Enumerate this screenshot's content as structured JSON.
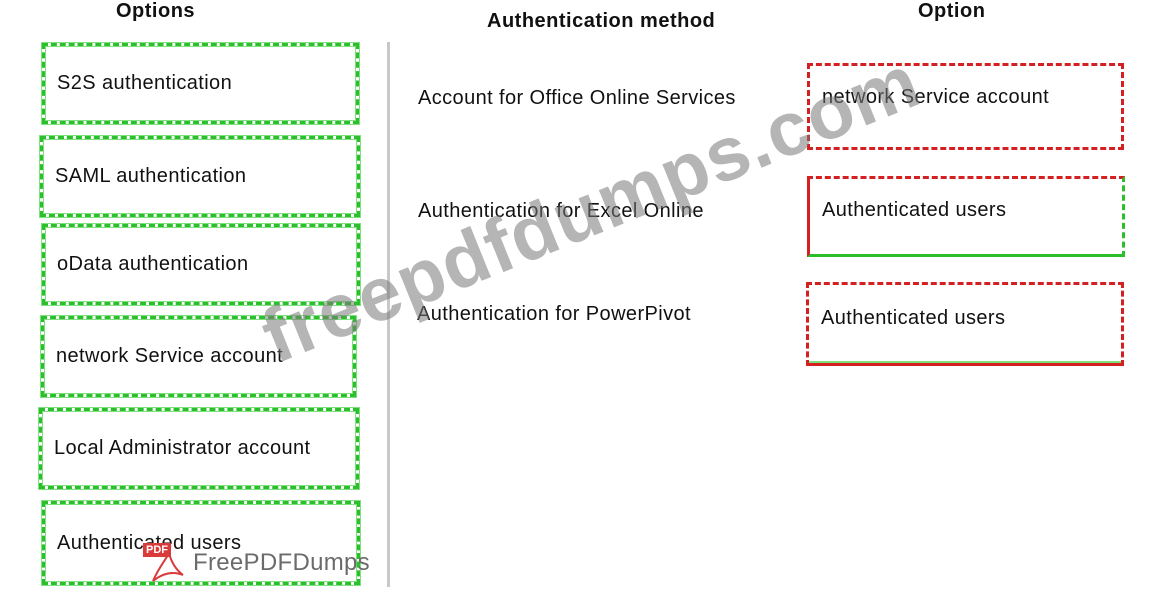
{
  "headers": {
    "options": "Options",
    "method": "Authentication method",
    "option": "Option"
  },
  "options": [
    "S2S authentication",
    "SAML authentication",
    "oData authentication",
    "network Service account",
    "Local Administrator account",
    "Authenticated users"
  ],
  "methods": [
    "Account for Office Online Services",
    "Authentication for Excel Online",
    "Authentication for PowerPivot"
  ],
  "answers": [
    "network Service account",
    "Authenticated users",
    "Authenticated users"
  ],
  "watermark": "freepdfdumps.com",
  "logo": {
    "tag": "PDF",
    "text": "FreePDFDumps"
  }
}
